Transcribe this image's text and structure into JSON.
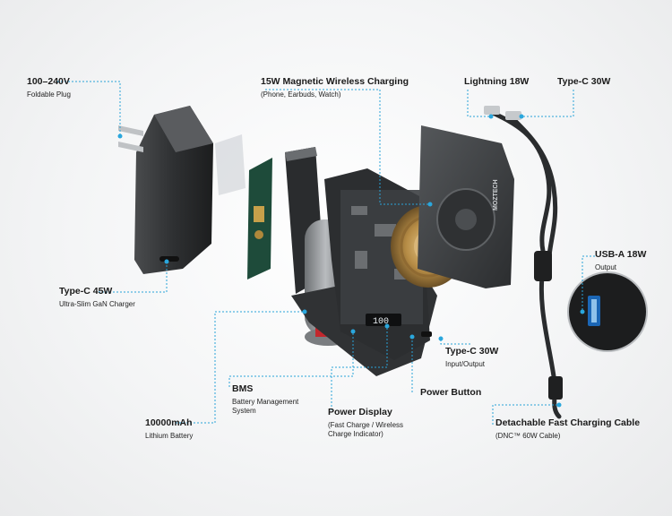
{
  "callouts": [
    {
      "id": "plug",
      "title": "100–240V",
      "subtitle": "Foldable Plug"
    },
    {
      "id": "wireless",
      "title": "15W Magnetic Wireless Charging",
      "subtitle": "(Phone, Earbuds, Watch)"
    },
    {
      "id": "lightning",
      "title": "Lightning 18W",
      "subtitle": ""
    },
    {
      "id": "typec30",
      "title": "Type-C 30W",
      "subtitle": ""
    },
    {
      "id": "usba",
      "title": "USB-A 18W",
      "subtitle": "Output"
    },
    {
      "id": "typec45",
      "title": "Type-C 45W",
      "subtitle": "Ultra-Slim GaN Charger"
    },
    {
      "id": "typec30io",
      "title": "Type-C 30W",
      "subtitle": "Input/Output"
    },
    {
      "id": "powerbtn",
      "title": "Power Button",
      "subtitle": ""
    },
    {
      "id": "bms",
      "title": "BMS",
      "subtitle": "Battery Management System"
    },
    {
      "id": "display",
      "title": "Power Display",
      "subtitle": "(Fast Charge / Wireless Charge Indicator)"
    },
    {
      "id": "battery",
      "title": "10000mAh",
      "subtitle": "Lithium Battery"
    },
    {
      "id": "cable",
      "title": "Detachable Fast Charging Cable",
      "subtitle": "(DNC™ 60W Cable)"
    }
  ],
  "brand": "MOZTECH",
  "display_readout": "100",
  "colors": {
    "leader": "#29a3d8",
    "dot": "#2aa7dd",
    "body": "#2f3133",
    "dark": "#1e1f20",
    "battery": "#8c8f92"
  }
}
